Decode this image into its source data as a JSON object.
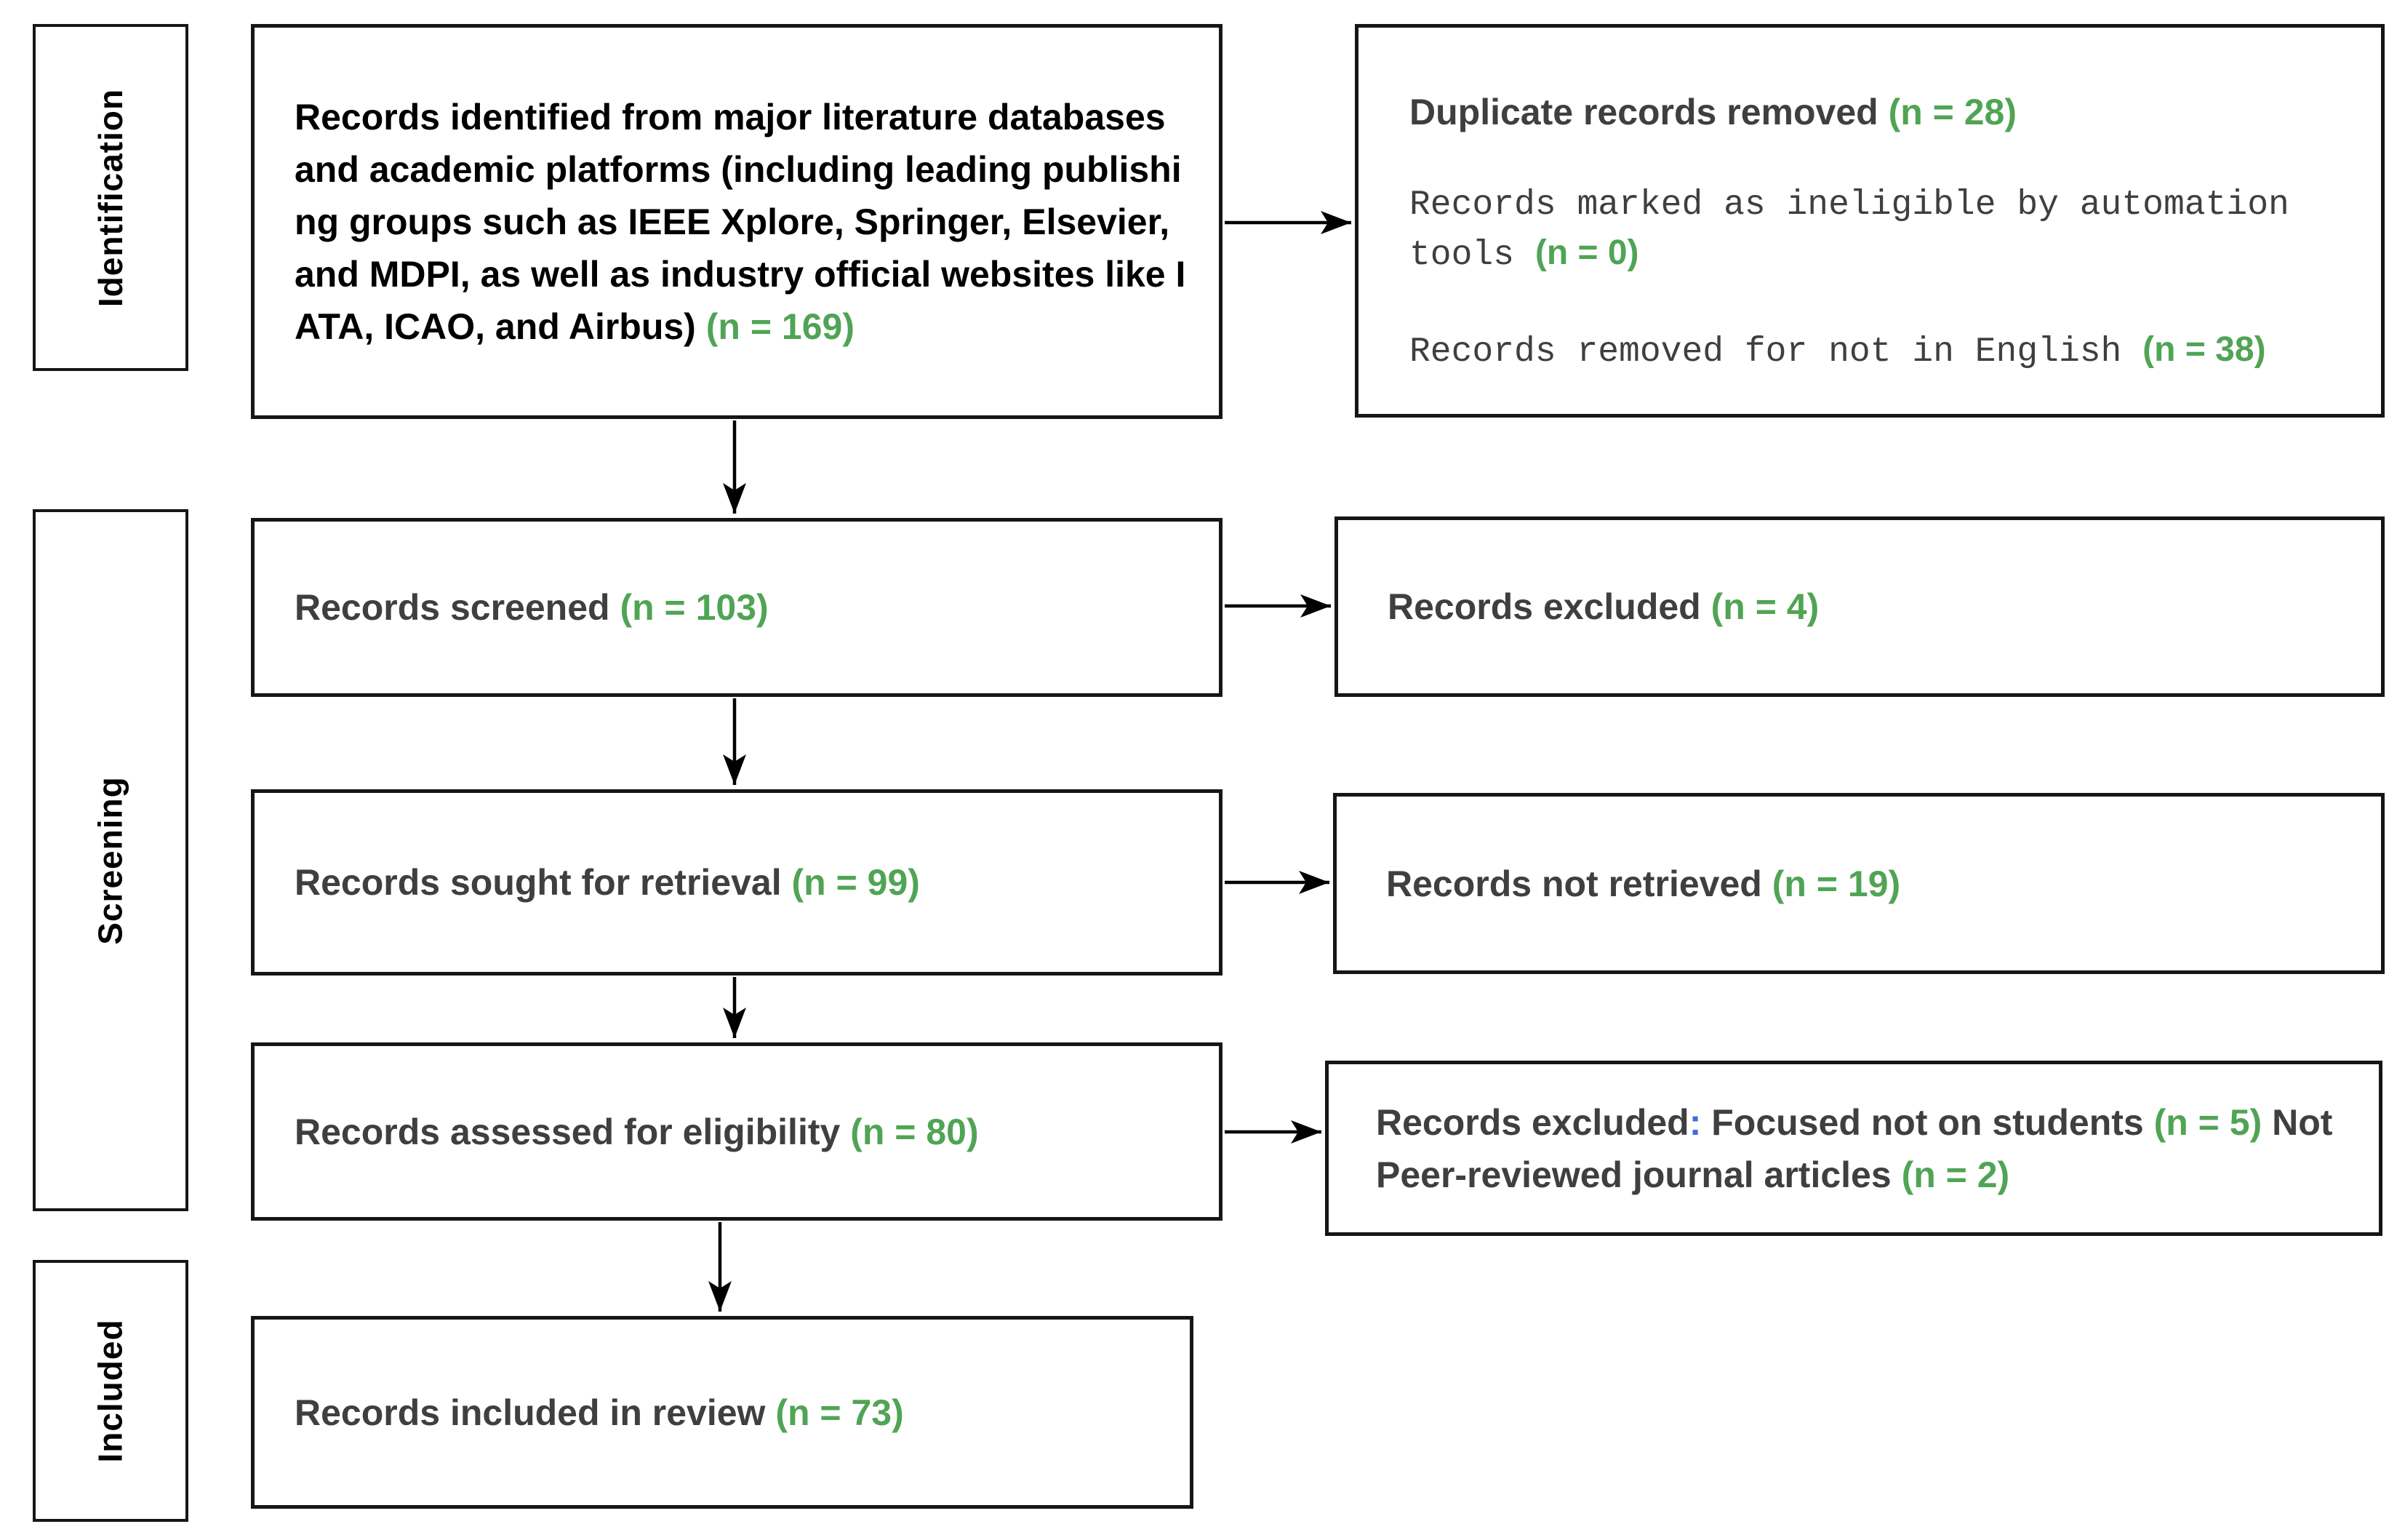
{
  "diagram": {
    "stages": {
      "identification": "Identification",
      "screening": "Screening",
      "included": "Included"
    },
    "boxes": {
      "identified": {
        "text": "Records identified from major literature databases and academic platforms (including leading publishing groups such as IEEE Xplore, Springer, Elsevier, and MDPI, as well as industry official websites like IATA, ICAO, and Airbus) ",
        "n": "(n = 169)"
      },
      "screened": {
        "text": "Records screened ",
        "n": "(n = 103)"
      },
      "sought": {
        "text": "Records sought for retrieval ",
        "n": "(n = 99)"
      },
      "assessed": {
        "text": "Records assessed for eligibility ",
        "n": "(n = 80)"
      },
      "included_review": {
        "text": "Records included in review ",
        "n": "(n = 73)"
      }
    },
    "side_boxes": {
      "duplicates": {
        "label": "Duplicate records removed ",
        "n": "(n = 28)"
      },
      "automation": {
        "label": "Records marked as ineligible by automation tools ",
        "n": "(n = 0)"
      },
      "not_english": {
        "label": "Records removed for not in English ",
        "n": "(n = 38)"
      },
      "excluded_screening": {
        "label": "Records excluded ",
        "n": "(n = 4)"
      },
      "not_retrieved": {
        "label": "Records not retrieved ",
        "n": "(n = 19)"
      },
      "excluded_eligibility": {
        "label": "Records excluded",
        "colon": ":",
        "reason1": " Focused not on students ",
        "n1": "(n = 5)",
        "reason2": " Not Peer-reviewed journal articles ",
        "n2": "(n = 2)"
      }
    },
    "colors": {
      "accent_green": "#50a455",
      "text_dark": "#3f3f41",
      "text_black": "#000000",
      "colon_blue": "#4169e1"
    }
  }
}
